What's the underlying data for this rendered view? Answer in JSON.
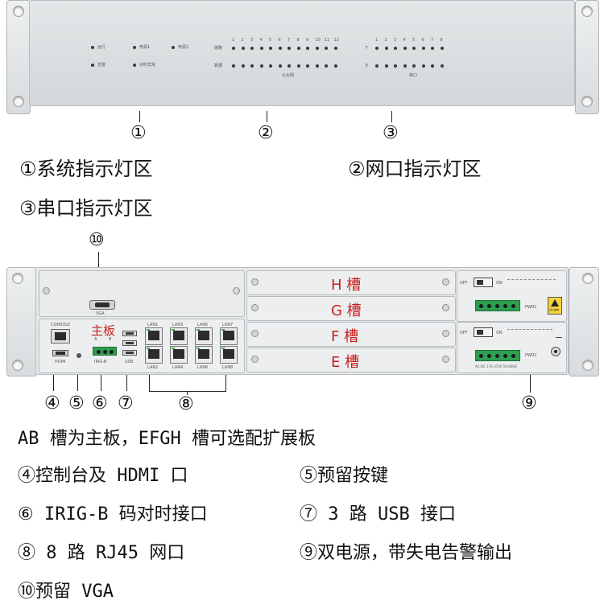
{
  "front_panel": {
    "system_labels": {
      "run": "运行",
      "alarm": "告警",
      "power1": "电源1",
      "power2": "电源2",
      "timing_abnormal": "对时异常"
    },
    "ethernet": {
      "port_numbers": [
        "1",
        "2",
        "3",
        "4",
        "5",
        "6",
        "7",
        "8",
        "9",
        "10",
        "11",
        "12"
      ],
      "row_link": "链路",
      "row_data": "数据",
      "group_label": "以太网"
    },
    "serial": {
      "port_numbers": [
        "1",
        "2",
        "3",
        "4",
        "5",
        "6",
        "7",
        "8"
      ],
      "row_f": "F",
      "row_e": "E",
      "group_label": "串口"
    },
    "callouts": [
      "①",
      "②",
      "③"
    ]
  },
  "front_captions": {
    "c1": "①系统指示灯区",
    "c2": "②网口指示灯区",
    "c3": "③串口指示灯区"
  },
  "rear_panel": {
    "callout_vga": "⑩",
    "vga_label": "VGA",
    "console_label": "CONSOLE",
    "hdmi_label": "HDMI",
    "mainboard_label": "主板",
    "slot_a": "A",
    "slot_b": "B",
    "irigb_label": "IRIG-B",
    "usb_label": "USB",
    "lan_top": [
      "LAN1",
      "LAN3",
      "LAN5",
      "LAN7"
    ],
    "lan_bottom": [
      "LAN2",
      "LAN4",
      "LAN6",
      "LAN8"
    ],
    "slots": [
      "H 槽",
      "G 槽",
      "F 槽",
      "E 槽"
    ],
    "switch_off": "OFF",
    "switch_on": "ON",
    "pwr1": "PWR1",
    "pwr2": "PWR2",
    "warning_text": "当心触电",
    "power_spec": "AC-DC 176-370V 50-60HZ",
    "callouts_bottom": [
      "④",
      "⑤",
      "⑥",
      "⑦",
      "⑧",
      "⑨"
    ]
  },
  "descriptions": {
    "d_ab": "AB 槽为主板，EFGH 槽可选配扩展板",
    "d4": "④控制台及 HDMI 口",
    "d5": "⑤预留按键",
    "d6": "⑥ IRIG-B 码对时接口",
    "d7": "⑦ 3 路 USB 接口",
    "d8": "⑧ 8 路 RJ45 网口",
    "d9": "⑨双电源，带失电告警输出",
    "d10": "⑩预留 VGA"
  }
}
